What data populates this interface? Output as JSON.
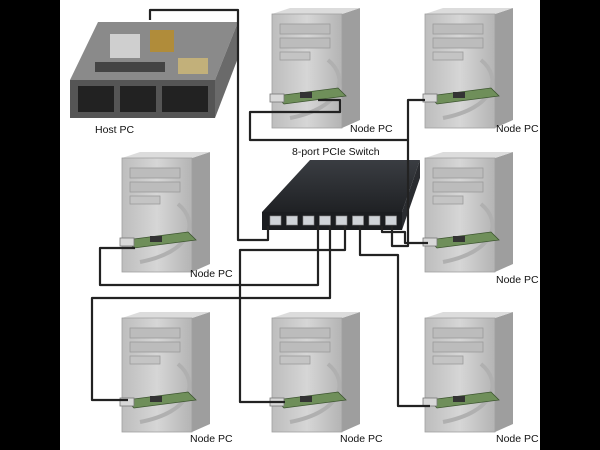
{
  "labels": {
    "host": "Host PC",
    "switch": "8-port PCIe Switch",
    "node": "Node PC"
  },
  "colors": {
    "background": "#000000",
    "panel": "#ffffff",
    "case": "#c9c9c9",
    "case_dark": "#a9a9a9",
    "cable": "#222222",
    "switch": "#2b2e33"
  },
  "diagram": {
    "host_count": 1,
    "switch_ports": 8,
    "node_count": 7
  }
}
